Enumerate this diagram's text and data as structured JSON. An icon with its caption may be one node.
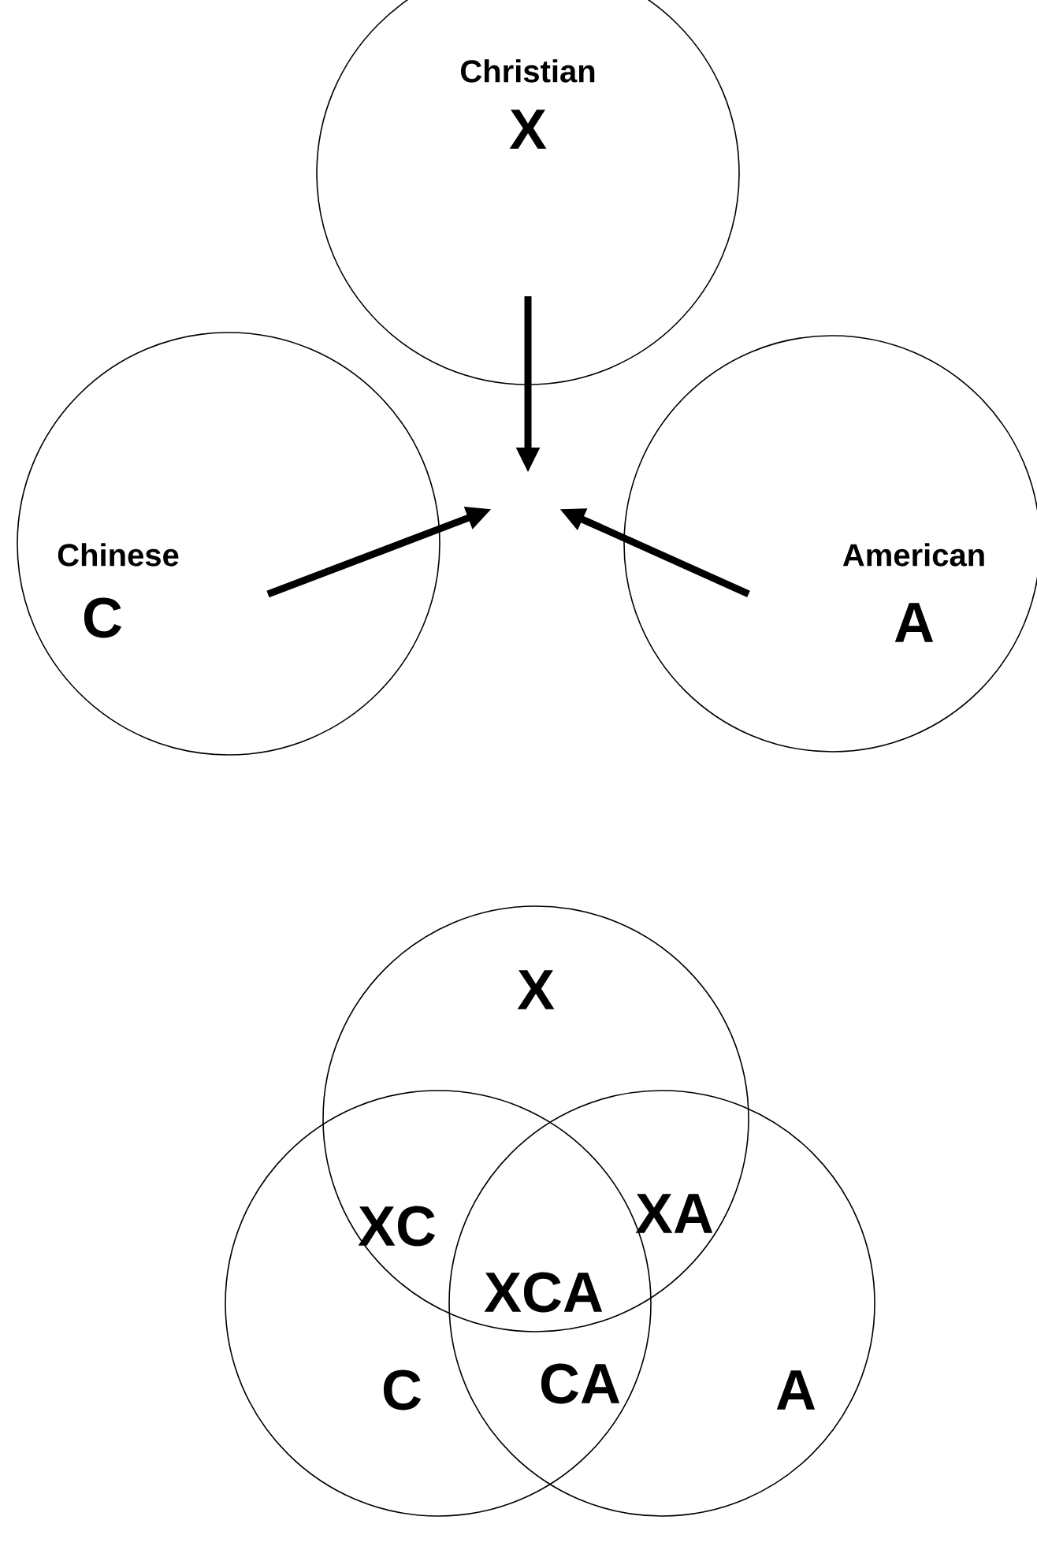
{
  "diagram": {
    "nodes": [
      {
        "text": [
          "Christian",
          "X"
        ]
      },
      {
        "text": [
          "Chinese",
          "C"
        ]
      },
      {
        "text": [
          "American",
          "A"
        ]
      },
      {
        "text": [
          "X"
        ]
      },
      {
        "text": [
          "C"
        ]
      },
      {
        "text": [
          "A"
        ]
      }
    ],
    "edges": [
      {
        "from": 0,
        "to": null,
        "arrow": "to"
      },
      {
        "from": 1,
        "to": null,
        "arrow": "to"
      },
      {
        "from": 2,
        "to": null,
        "arrow": "to"
      }
    ],
    "labels": [
      "XC",
      "XA",
      "XCA",
      "CA"
    ]
  }
}
